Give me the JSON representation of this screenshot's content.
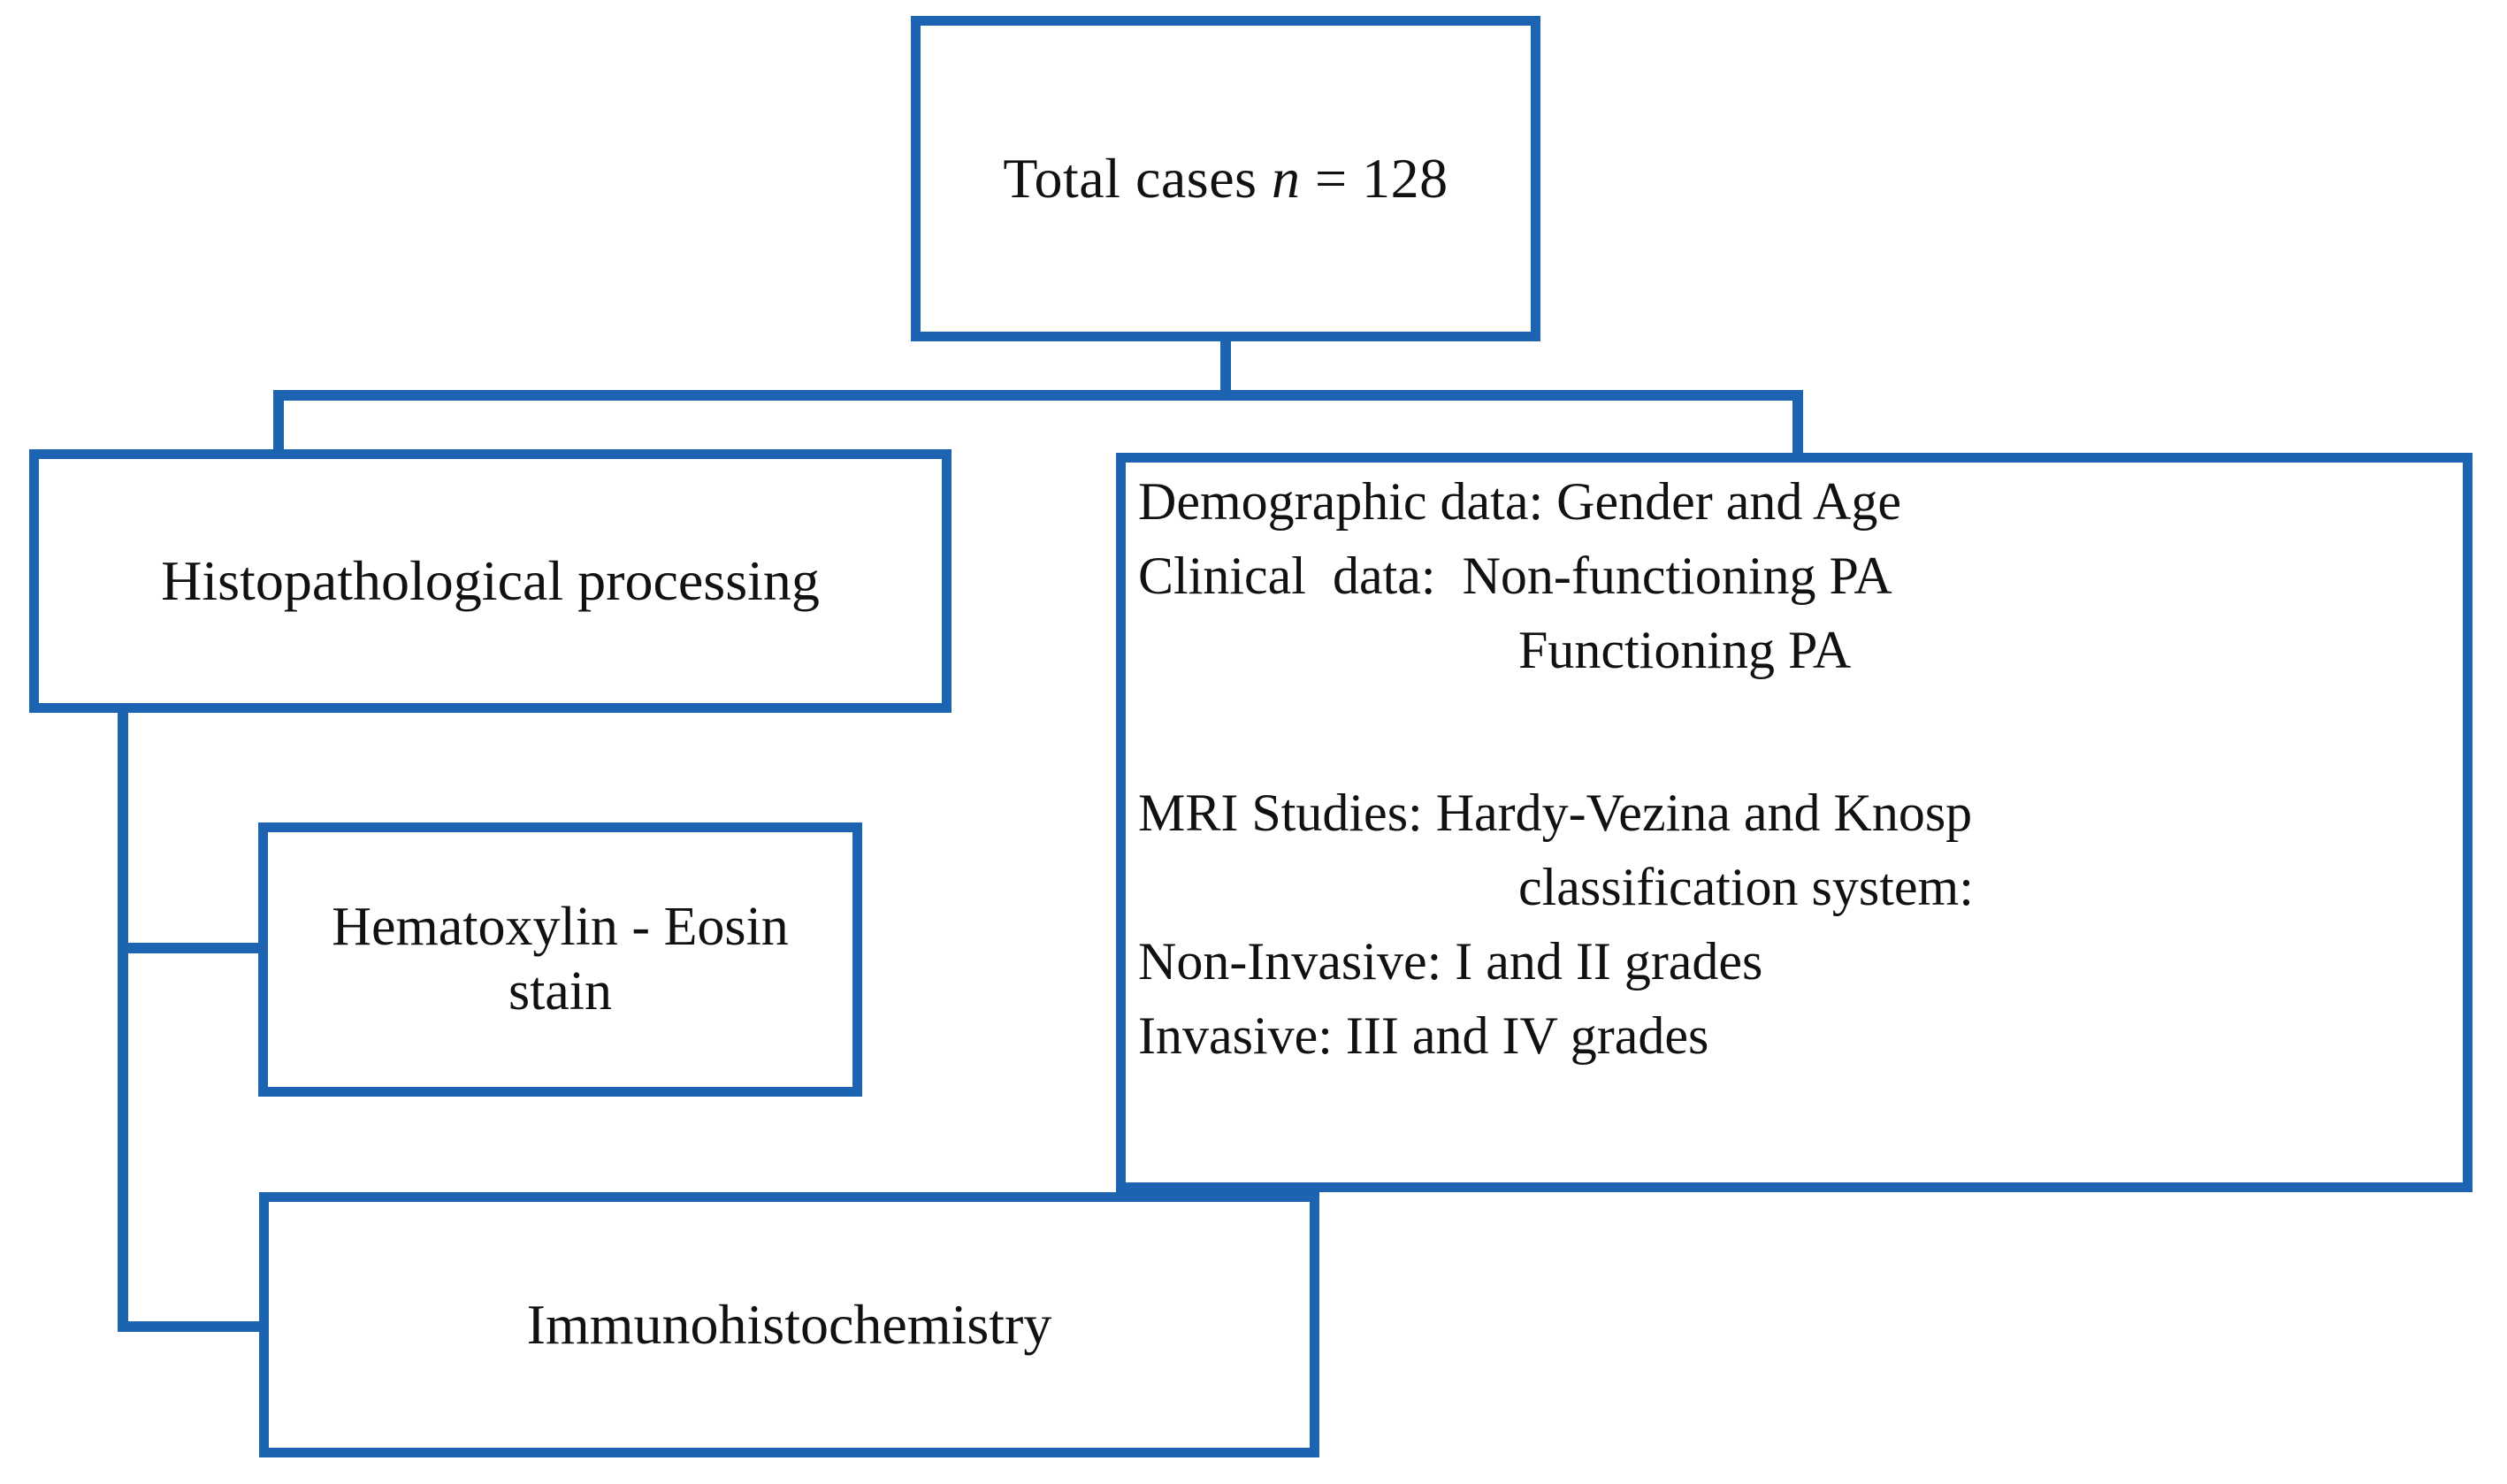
{
  "diagram": {
    "title": "Study design flowchart",
    "accent_color": "#1C64B2",
    "text_color": "#111111",
    "background": "#ffffff"
  },
  "nodes": {
    "total_cases": {
      "prefix": "Total cases  ",
      "variable": "n",
      "suffix": " = 128",
      "full_text": "Total cases  n = 128"
    },
    "histopathological": {
      "label": "Histopathological processing"
    },
    "hematoxylin": {
      "line1": "Hematoxylin - Eosin",
      "line2": "stain",
      "full_text": "Hematoxylin - Eosin stain"
    },
    "immunohistochemistry": {
      "label": "Immunohistochemistry"
    },
    "right_panel": {
      "lines": [
        "Demographic data: Gender and Age",
        "Clinical  data:  Non-functioning PA",
        "Functioning PA",
        "MRI Studies: Hardy-Vezina and Knosp",
        "classification system:",
        "Non-Invasive: I and II grades",
        "Invasive: III and IV grades"
      ],
      "line_0": "Demographic data: Gender and Age",
      "line_1": "Clinical  data:  Non-functioning PA",
      "line_2": "Functioning PA",
      "line_3": "MRI Studies: Hardy-Vezina and Knosp",
      "line_4": "classification system:",
      "line_5": "Non-Invasive: I and II grades",
      "line_6": "Invasive: III and IV grades"
    }
  },
  "edges": [
    {
      "from": "total_cases",
      "to": "histopathological",
      "style": "orthogonal"
    },
    {
      "from": "total_cases",
      "to": "right_panel",
      "style": "orthogonal"
    },
    {
      "from": "histopathological",
      "to": "hematoxylin",
      "style": "orthogonal"
    },
    {
      "from": "histopathological",
      "to": "immunohistochemistry",
      "style": "orthogonal"
    }
  ]
}
